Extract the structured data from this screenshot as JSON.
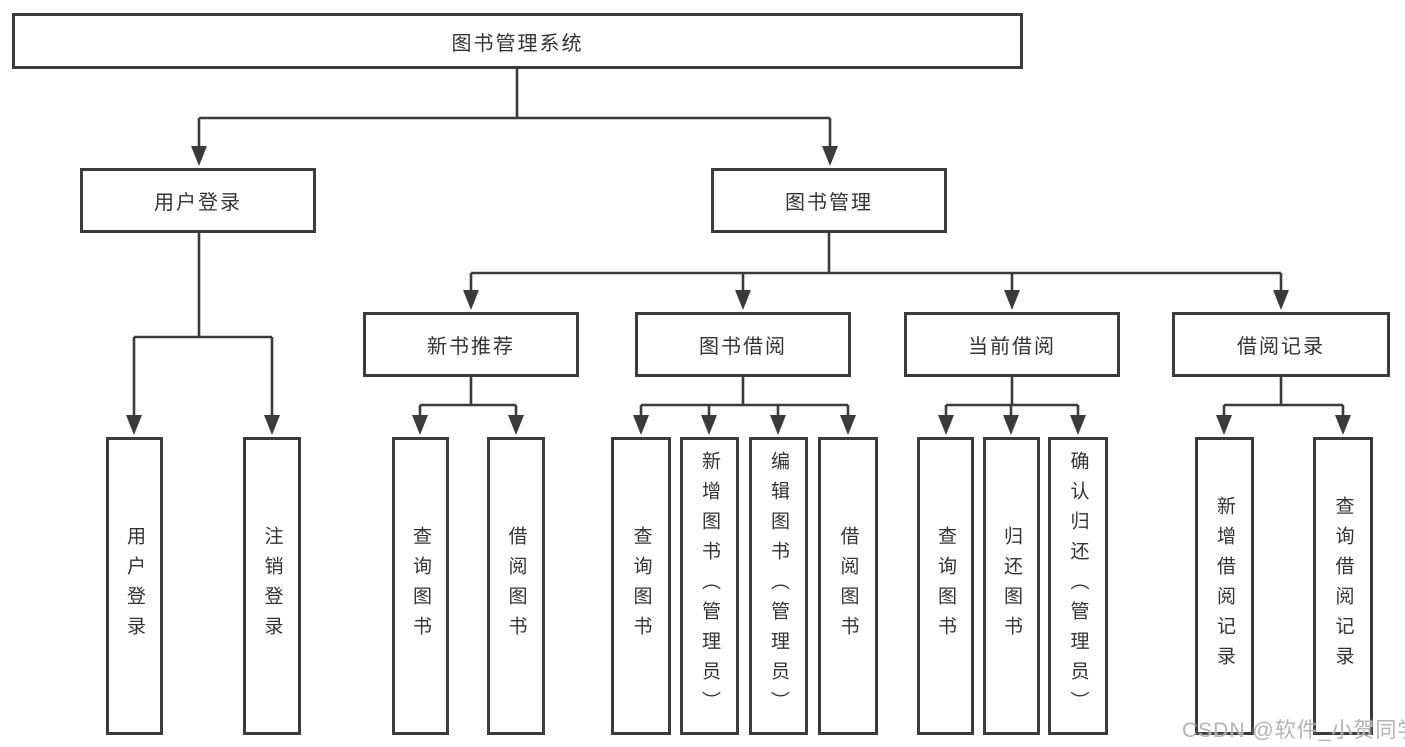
{
  "tree": {
    "root": {
      "label": "图书管理系统"
    },
    "level2": [
      {
        "label": "用户登录",
        "children": [
          {
            "label": "用户登录"
          },
          {
            "label": "注销登录"
          }
        ]
      },
      {
        "label": "图书管理",
        "children": [
          {
            "label": "新书推荐",
            "children": [
              {
                "label": "查询图书"
              },
              {
                "label": "借阅图书"
              }
            ]
          },
          {
            "label": "图书借阅",
            "children": [
              {
                "label": "查询图书"
              },
              {
                "label": "新增图书（管理员）"
              },
              {
                "label": "编辑图书（管理员）"
              },
              {
                "label": "借阅图书"
              }
            ]
          },
          {
            "label": "当前借阅",
            "children": [
              {
                "label": "查询图书"
              },
              {
                "label": "归还图书"
              },
              {
                "label": "确认归还（管理员）"
              }
            ]
          },
          {
            "label": "借阅记录",
            "children": [
              {
                "label": "新增借阅记录"
              },
              {
                "label": "查询借阅记录"
              }
            ]
          }
        ]
      }
    ]
  },
  "watermark": {
    "text": "CSDN @软件_小贺同学"
  },
  "colors": {
    "line": "#3b3b3b",
    "text": "#333333",
    "background": "#ffffff",
    "watermark": "#b3b3b3"
  }
}
